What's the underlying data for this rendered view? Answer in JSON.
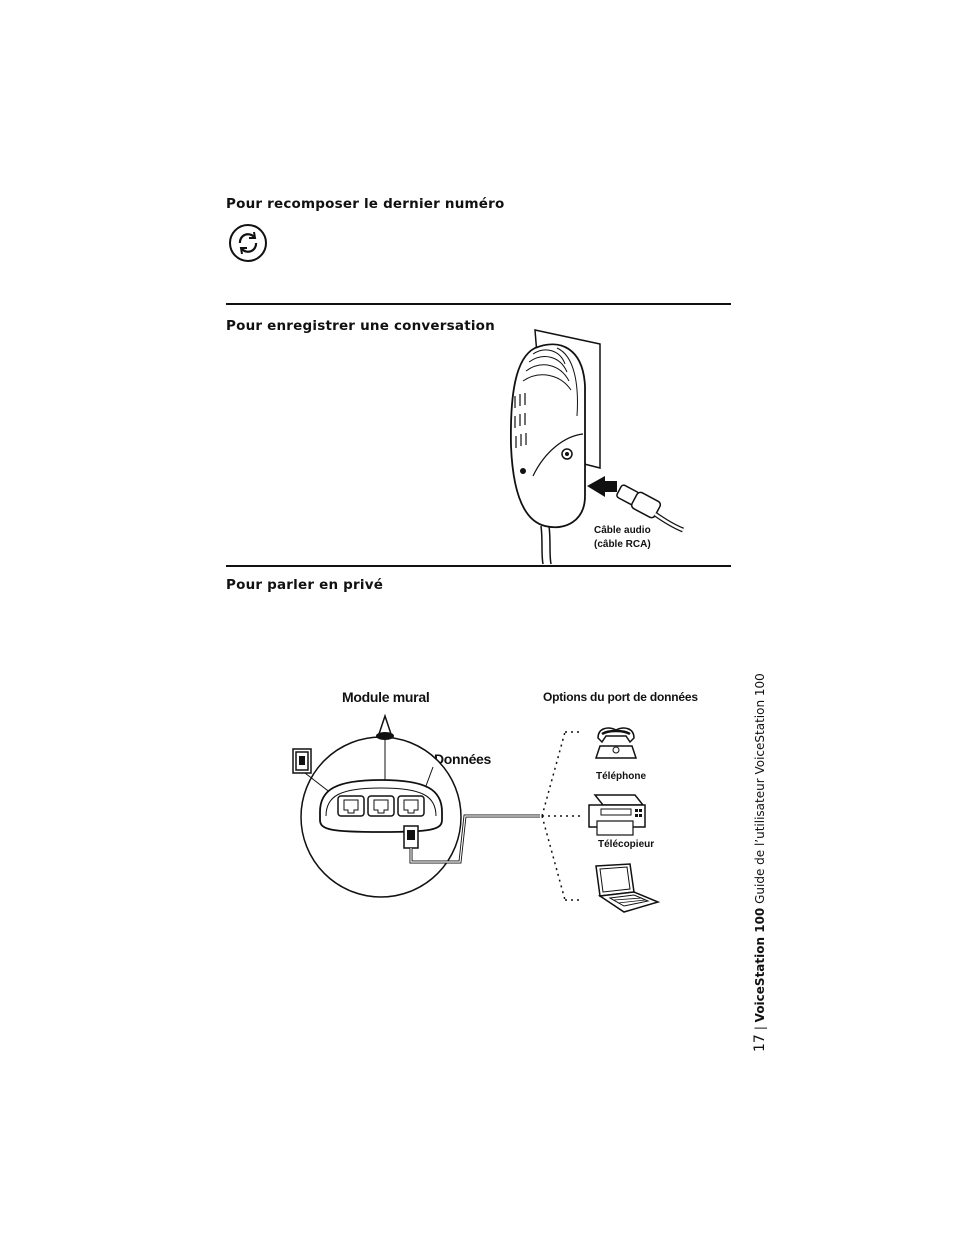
{
  "sections": {
    "redial": {
      "title": "Pour recomposer le dernier numéro",
      "icon": "redial-icon"
    },
    "record": {
      "title": "Pour enregistrer une conversation"
    },
    "private": {
      "title": "Pour parler en privé"
    }
  },
  "record_figure": {
    "cable_label_line1": "Câble audio",
    "cable_label_line2": "(câble RCA)"
  },
  "private_figure": {
    "module_label": "Module mural",
    "data_label": "Données",
    "options_label": "Options du port de données",
    "options": [
      {
        "label": "Téléphone",
        "icon": "telephone-icon"
      },
      {
        "label": "Télécopieur",
        "icon": "fax-icon"
      },
      {
        "label": "",
        "icon": "laptop-icon"
      }
    ]
  },
  "footer": {
    "page_number": "17",
    "product_bold": "VoiceStation 100",
    "guide_text": " Guide de l’utilisateur VoiceStation 100"
  }
}
